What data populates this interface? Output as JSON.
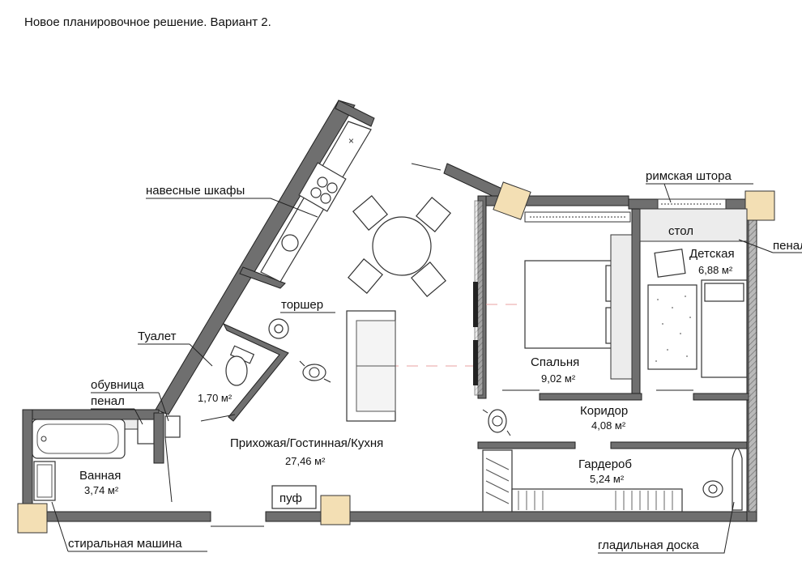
{
  "title": "Новое планировочное решение. Вариант 2.",
  "rooms": {
    "living": {
      "name": "Прихожая/Гостинная/Кухня",
      "area": "27,46 м²"
    },
    "toilet": {
      "name": "Туалет",
      "area": "1,70 м²"
    },
    "bath": {
      "name": "Ванная",
      "area": "3,74 м²"
    },
    "bedroom": {
      "name": "Спальня",
      "area": "9,02 м²"
    },
    "corridor": {
      "name": "Коридор",
      "area": "4,08 м²"
    },
    "kids": {
      "name": "Детская",
      "area": "6,88 м²"
    },
    "wardrobe": {
      "name": "Гардероб",
      "area": "5,24 м²"
    }
  },
  "callouts": {
    "cabinets": "навесные шкафы",
    "lamp": "торшер",
    "shoe_cabinet": "обувница",
    "penal_left": "пенал",
    "washer": "стиральная машина",
    "pouf": "пуф",
    "blind": "римская штора",
    "desk": "стол",
    "penal_right": "пенал",
    "ironing": "гладильная доска"
  }
}
